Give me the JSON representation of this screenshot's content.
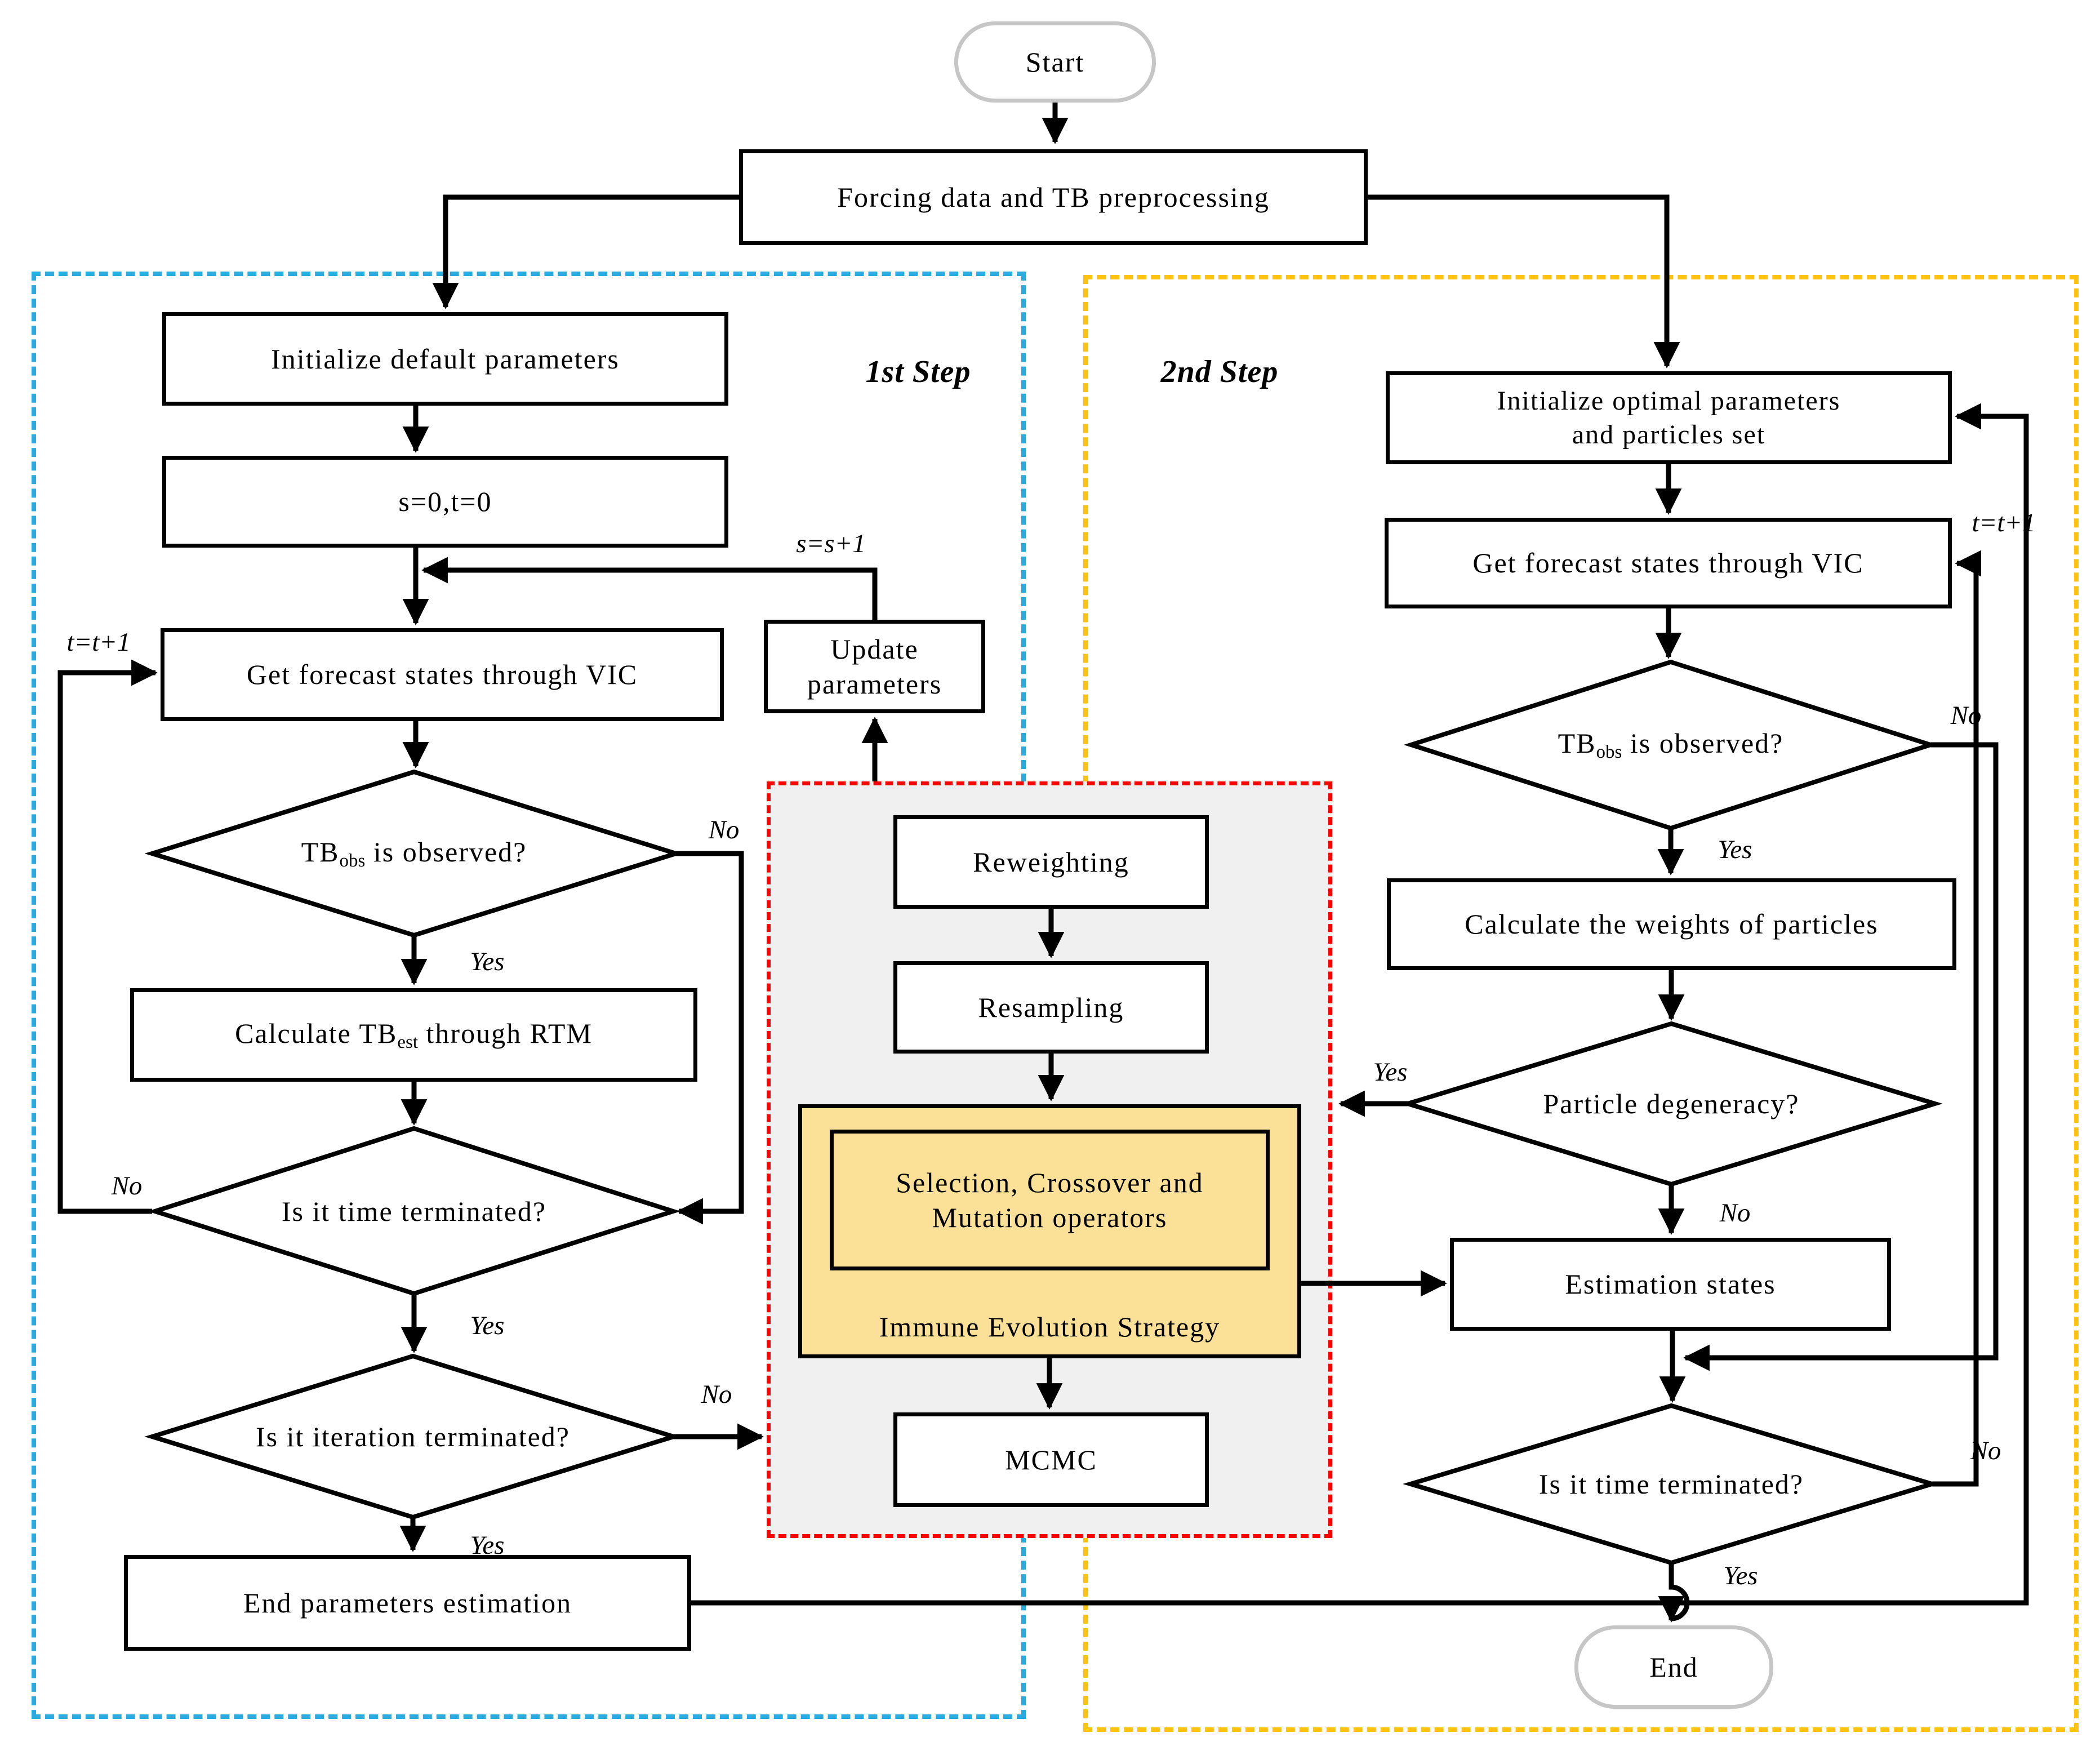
{
  "flowchart": {
    "start": "Start",
    "end": "End",
    "forcing": "Forcing data and TB preprocessing",
    "step1": "1st Step",
    "step2": "2nd Step",
    "left": {
      "init_default": "Initialize default parameters",
      "s0t0": "s=0,t=0",
      "get_vic": "Get forecast states through VIC",
      "update1": "Update",
      "update2": "parameters",
      "tbobs_pre": "TB",
      "tbobs_sub": "obs",
      "tbobs_post": " is observed?",
      "calc_pre": "Calculate TB",
      "calc_sub": "est",
      "calc_post": " through RTM",
      "time_q": "Is it time terminated?",
      "iter_q": "Is it iteration terminated?",
      "end_params": "End parameters estimation"
    },
    "middle": {
      "reweighting": "Reweighting",
      "resampling": "Resampling",
      "selection1": "Selection, Crossover and",
      "selection2": "Mutation operators",
      "ies": "Immune Evolution Strategy",
      "mcmc": "MCMC"
    },
    "right": {
      "init1": "Initialize optimal parameters",
      "init2": "and particles set",
      "get_vic": "Get forecast states through VIC",
      "tbobs_pre": "TB",
      "tbobs_sub": "obs",
      "tbobs_post": " is observed?",
      "calc_weights": "Calculate the weights of particles",
      "particle_q": "Particle degeneracy?",
      "estimation": "Estimation states",
      "time_q": "Is it time terminated?"
    },
    "labels": {
      "yes": "Yes",
      "no": "No",
      "s_inc": "s=s+1",
      "t_inc": "t=t+1"
    },
    "colors": {
      "step1_border": "#29ABE2",
      "step2_border": "#FFC20E",
      "module_border": "#FF0000",
      "module_fill": "#F0F0F0",
      "highlight_fill": "#FBE098",
      "terminal_border": "#C6C6C6"
    }
  }
}
